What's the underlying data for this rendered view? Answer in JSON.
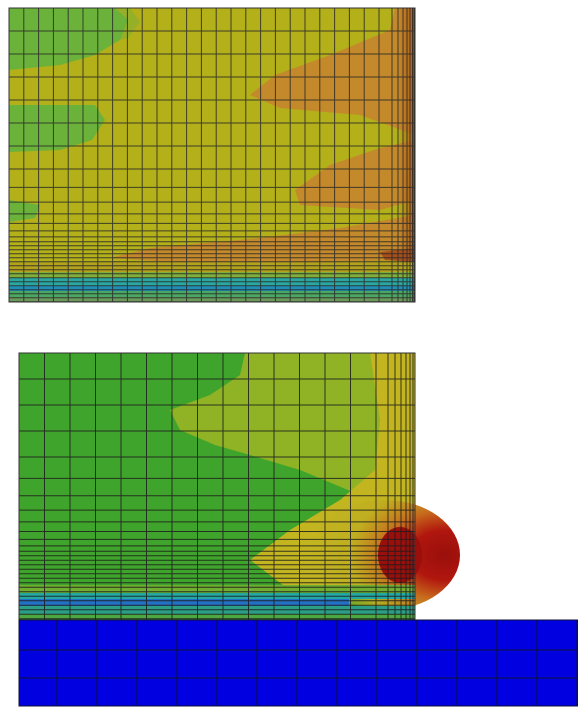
{
  "figure": {
    "panels": [
      {
        "id": "top",
        "description_colors": {
          "background": "#b3b019",
          "green": "#6bb23a",
          "orange": "#c4892a",
          "dark_orange": "#a85a1a",
          "cyan": "#2aa7a0",
          "blue_band": "#1f8fb5",
          "mesh": "#2a2a2a"
        }
      },
      {
        "id": "bottom",
        "description_colors": {
          "background": "#3fa42c",
          "yellow_green": "#8fb324",
          "yellow": "#c2b520",
          "orange": "#c66f1b",
          "red": "#a0150c",
          "cyan": "#23a7a2",
          "blue": "#2371c4",
          "mesh": "#1d1d1d"
        }
      },
      {
        "id": "substrate",
        "description_colors": {
          "fill": "#0000e0",
          "mesh": "#111133"
        }
      }
    ]
  }
}
